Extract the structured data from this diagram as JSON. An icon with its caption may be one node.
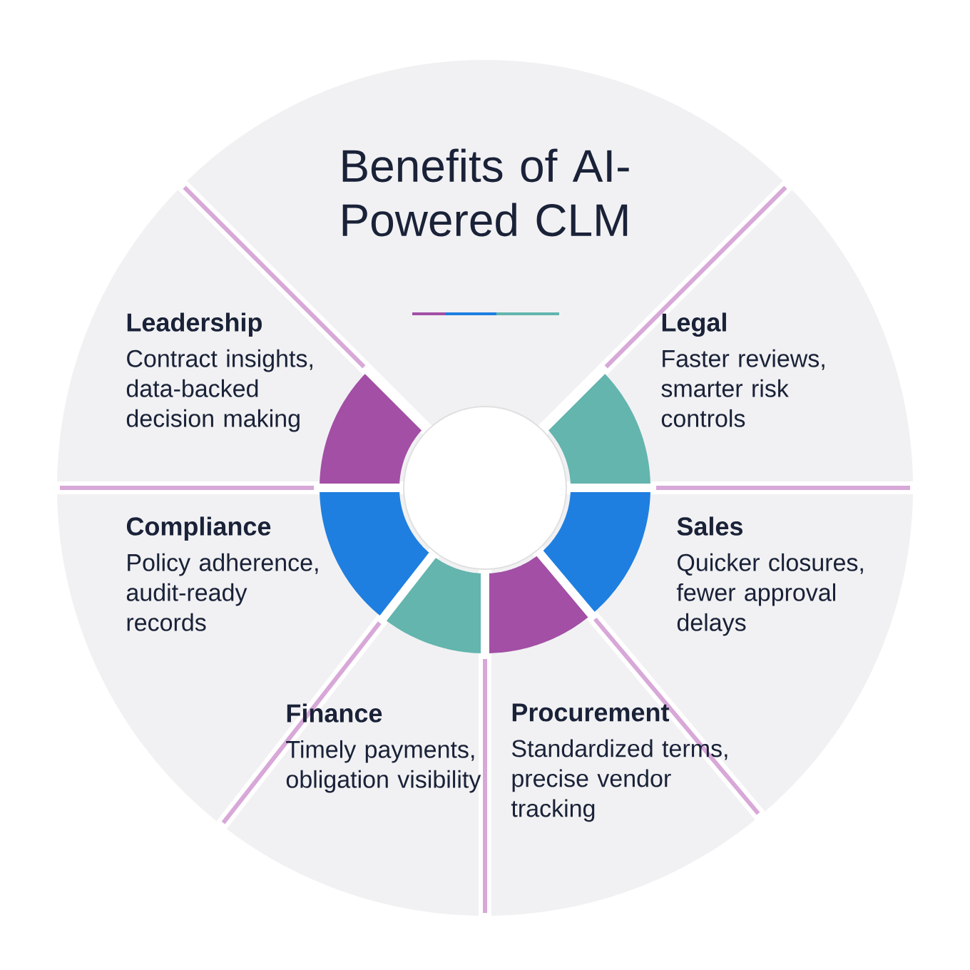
{
  "diagram": {
    "title": "Benefits of AI-Powered CLM",
    "nodes": [
      {
        "text": [
          "Leadership",
          "Contract insights, data-backed decision making"
        ]
      },
      {
        "text": [
          "Legal",
          "Faster reviews, smarter risk controls"
        ]
      },
      {
        "text": [
          "Compliance",
          "Policy adherence, audit-ready records"
        ]
      },
      {
        "text": [
          "Sales",
          "Quicker closures, fewer approval delays"
        ]
      },
      {
        "text": [
          "Finance",
          "Timely payments, obligation visibility"
        ]
      },
      {
        "text": [
          "Procurement",
          "Standardized terms, precise vendor tracking"
        ]
      }
    ]
  }
}
